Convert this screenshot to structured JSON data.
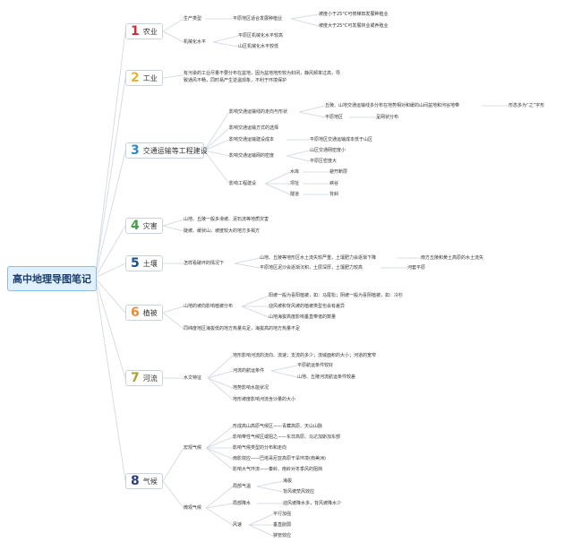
{
  "root": "高中地理导图笔记",
  "branches": [
    {
      "num": "1",
      "label": "农业",
      "color": "#c62f3d",
      "nodes": [
        {
          "id": "b1n1",
          "text": "生产类型"
        },
        {
          "id": "b1n2",
          "text": "平原地区适合发展种植业"
        },
        {
          "id": "b1n3",
          "text": "坡度小于25°C可修梯田发展种植业"
        },
        {
          "id": "b1n4",
          "text": "坡度大于25°C可发展林业或养殖业"
        },
        {
          "id": "b1n5",
          "text": "机械化水平"
        },
        {
          "id": "b1n6",
          "text": "平原区机械化水平较高"
        },
        {
          "id": "b1n7",
          "text": "山区机械化水平较低"
        }
      ]
    },
    {
      "num": "2",
      "label": "工业",
      "color": "#e3b52d",
      "nodes": [
        {
          "id": "b2n1",
          "text": "有污染的工业尽量不要分布在盆地，因为盆地地形较为封闭，静风频率过高，导"
        },
        {
          "id": "b2n2",
          "text": "致通风不畅，同时易产生逆温现象，不利于环境保护"
        }
      ]
    },
    {
      "num": "3",
      "label": "交通运输等工程建设",
      "color": "#2b8cc4",
      "nodes": [
        {
          "id": "b3n1",
          "text": "影响交通运输线的走向与形状"
        },
        {
          "id": "b3n2",
          "text": "丘陵、山地交通运输线多分布在地势相对和缓的山间盆地和河谷地带"
        },
        {
          "id": "b3n3",
          "text": "形态多为“之”字形"
        },
        {
          "id": "b3n4",
          "text": "平原地区"
        },
        {
          "id": "b3n5",
          "text": "呈网状分布"
        },
        {
          "id": "b3n6",
          "text": "影响交通运输方式的选择"
        },
        {
          "id": "b3n7",
          "text": "影响交通运输建设成本"
        },
        {
          "id": "b3n8",
          "text": "平原地区交通运输成本低于山区"
        },
        {
          "id": "b3n9",
          "text": "影响交通运输网的密度"
        },
        {
          "id": "b3n10",
          "text": "山区交通网密度小"
        },
        {
          "id": "b3n11",
          "text": "平原区密度大"
        },
        {
          "id": "b3n12",
          "text": "影响工程建设"
        },
        {
          "id": "b3n13",
          "text": "水库"
        },
        {
          "id": "b3n14",
          "text": "避开断层"
        },
        {
          "id": "b3n15",
          "text": "坝址"
        },
        {
          "id": "b3n16",
          "text": "峡谷"
        },
        {
          "id": "b3n17",
          "text": "隧道"
        },
        {
          "id": "b3n18",
          "text": "背斜"
        }
      ]
    },
    {
      "num": "4",
      "label": "灾害",
      "color": "#43a047",
      "nodes": [
        {
          "id": "b4n1",
          "text": "山地、丘陵一般多滑坡、泥石流等地质灾害"
        },
        {
          "id": "b4n2",
          "text": "陡坡、缓状山，坡度较大的地方多褐方"
        }
      ]
    },
    {
      "num": "5",
      "label": "土壤",
      "color": "#1e4f8c",
      "nodes": [
        {
          "id": "b5n1",
          "text": "怎样看破坏的情况下"
        },
        {
          "id": "b5n2",
          "text": "山地、丘陵等地形区水土流失较严重，土壤肥力会逐渐下降"
        },
        {
          "id": "b5n3",
          "text": "南方丘陵和黄土高原的水土流失"
        },
        {
          "id": "b5n4",
          "text": "平原地区泥沙会逐渐沉积，土层深厚，土壤肥力较高"
        },
        {
          "id": "b5n5",
          "text": "河套平原"
        }
      ]
    },
    {
      "num": "6",
      "label": "植被",
      "color": "#f08c2e",
      "nodes": [
        {
          "id": "b6n1",
          "text": "阳坡一般为喜阳植被，如：马尾松；阴坡一般为喜阴植被，如：冷杉"
        },
        {
          "id": "b6n2",
          "text": "山地的坡向影响植被分布"
        },
        {
          "id": "b6n3",
          "text": "迎风坡和背风坡的植被类型也会有差异"
        },
        {
          "id": "b6n4",
          "text": "山地海拔高度影响垂直带谱的数量"
        },
        {
          "id": "b6n5",
          "text": "同纬度地区海拔低的地方热量充足，海拔高的地方热量不足"
        }
      ]
    },
    {
      "num": "7",
      "label": "河流",
      "color": "#a8a23a",
      "nodes": [
        {
          "id": "b7n1",
          "text": "地形影响河流的流向、流速；支流的多少；流域面积的大小；河道的宽窄"
        },
        {
          "id": "b7n2",
          "text": "河流的航运条件"
        },
        {
          "id": "b7n3",
          "text": "平原航运条件较好"
        },
        {
          "id": "b7n4",
          "text": "水文特征"
        },
        {
          "id": "b7n5",
          "text": "山地、丘陵河流航运条件较差"
        },
        {
          "id": "b7n6",
          "text": "地势影响水能状况"
        },
        {
          "id": "b7n7",
          "text": "地形坡度影响河流含沙量的大小"
        }
      ]
    },
    {
      "num": "8",
      "label": "气候",
      "color": "#2c3e80",
      "nodes": [
        {
          "id": "b8n1",
          "text": "形成高山高原气候区——青藏高原、天山山脉"
        },
        {
          "id": "b8n2",
          "text": "影响带性气候区或阻之——东非高原、马达加斯加东部"
        },
        {
          "id": "b8n3",
          "text": "影响气候类型的分布和走向"
        },
        {
          "id": "b8n4",
          "text": "宏观气候"
        },
        {
          "id": "b8n5",
          "text": "雨影效应——巴塔哥尼亚高原干旱环境(南美洲)"
        },
        {
          "id": "b8n6",
          "text": "影响大气环流——秦岭、南岭对冬季风的阻挡"
        },
        {
          "id": "b8n7",
          "text": "海拔"
        },
        {
          "id": "b8n8",
          "text": "局部气温"
        },
        {
          "id": "b8n9",
          "text": "背风坡焚风效应"
        },
        {
          "id": "b8n10",
          "text": "局部降水"
        },
        {
          "id": "b8n11",
          "text": "迎风坡降水多，背风坡降水少"
        },
        {
          "id": "b8n12",
          "text": "微观气候"
        },
        {
          "id": "b8n13",
          "text": "平行加强"
        },
        {
          "id": "b8n14",
          "text": "风速"
        },
        {
          "id": "b8n15",
          "text": "垂直削弱"
        },
        {
          "id": "b8n16",
          "text": "狭管效应"
        }
      ]
    }
  ]
}
